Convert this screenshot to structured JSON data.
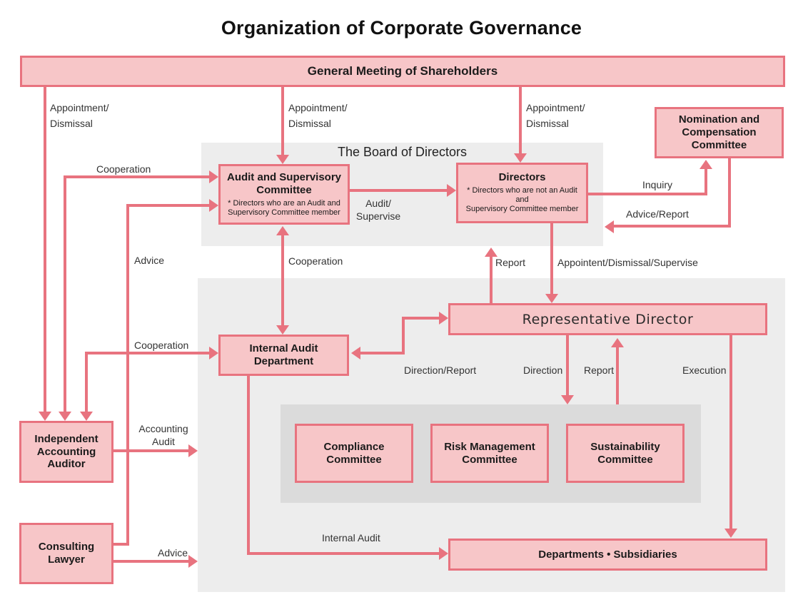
{
  "title": "Organization of Corporate Governance",
  "colors": {
    "line_accent": "#E8737F",
    "box_fill": "#F7C6C8",
    "panel_gray": "#EDEDED",
    "committee_panel_gray": "#DBDBDB"
  },
  "nodes": {
    "shareholders": "General Meeting of Shareholders",
    "board_label": "The Board of Directors",
    "audit_committee": {
      "title": "Audit and Supervisory\nCommittee",
      "note": "* Directors who are an Audit and\nSupervisory Committee member"
    },
    "directors": {
      "title": "Directors",
      "note": "* Directors who are not an Audit and\nSupervisory Committee member"
    },
    "nomination": "Nomination and\nCompensation\nCommittee",
    "representative_director": "Representative Director",
    "internal_audit": "Internal Audit\nDepartment",
    "compliance": "Compliance\nCommittee",
    "risk_management": "Risk Management\nCommittee",
    "sustainability": "Sustainability\nCommittee",
    "departments": "Departments • Subsidiaries",
    "accounting_auditor": "Independent\nAccounting\nAuditor",
    "consulting_lawyer": "Consulting\nLawyer"
  },
  "labels": {
    "ad_left": "Appointment/\nDismissal",
    "ad_center": "Appointment/\nDismissal",
    "ad_right": "Appointment/\nDismissal",
    "cooperation_top": "Cooperation",
    "advice_left": "Advice",
    "cooperation_left": "Cooperation",
    "cooperation_center": "Cooperation",
    "audit_supervise": "Audit/\nSupervise",
    "inquiry": "Inquiry",
    "advice_report": "Advice/Report",
    "report_board": "Report",
    "appoint_supervise": "Appointent/Dismissal/Supervise",
    "direction_report": "Direction/Report",
    "direction": "Direction",
    "report_committees": "Report",
    "execution": "Execution",
    "accounting_audit": "Accounting\nAudit",
    "advice_bottom": "Advice",
    "internal_audit": "Internal Audit"
  }
}
